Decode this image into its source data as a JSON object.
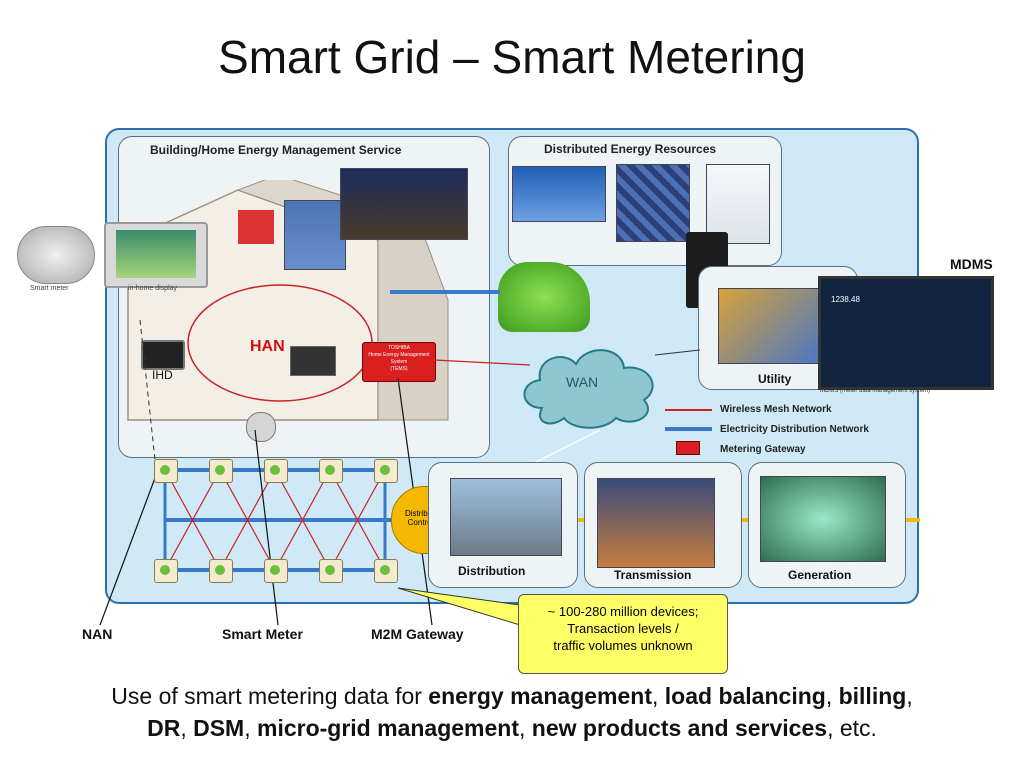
{
  "title": "Smart Grid – Smart Metering",
  "diagram": {
    "building_title": "Building/Home Energy Management Service",
    "der_title": "Distributed Energy Resources",
    "smart_meter_caption": "Smart meter",
    "in_home_display_caption": "in-home display",
    "han_label": "HAN",
    "ihd_label": "IHD",
    "gateway_box_text": "TOSHIBA\nHome Energy Management\nSystem\n(TEMS)",
    "wan_label": "WAN",
    "utility_label": "Utility",
    "mdms_label": "MDMS",
    "mdms_caption": "MDMS (meter data management system)",
    "mdms_screen_value": "1238.48",
    "legend": [
      {
        "label": "Wireless Mesh Network",
        "color": "#cc2222"
      },
      {
        "label": "Electricity Distribution Network",
        "color": "#3a78c8"
      },
      {
        "label": "Metering Gateway",
        "color": "#cc2222"
      }
    ],
    "distribution_controller": "Distribution Controller",
    "distribution_label": "Distribution",
    "transmission_label": "Transmission",
    "generation_label": "Generation",
    "nan_label": "NAN",
    "smart_meter_label": "Smart Meter",
    "m2m_label": "M2M Gateway",
    "callout_line1": "~ 100-280 million devices;",
    "callout_line2": "Transaction levels /",
    "callout_line3": "traffic volumes unknown"
  },
  "footer": {
    "t1": "Use of smart metering data for ",
    "b1": "energy management",
    "t2": ", ",
    "b2": "load balancing",
    "t3": ", ",
    "b3": "billing",
    "t4": ",",
    "b4": "DR",
    "t5": ", ",
    "b5": "DSM",
    "t6": ", ",
    "b6": "micro-grid management",
    "t7": ", ",
    "b7": "new products and services",
    "t8": ", etc."
  },
  "colors": {
    "mesh": "#cc2222",
    "distribution": "#3a78c8",
    "callout_fill": "#ffff66",
    "controller_fill": "#f5b800"
  }
}
